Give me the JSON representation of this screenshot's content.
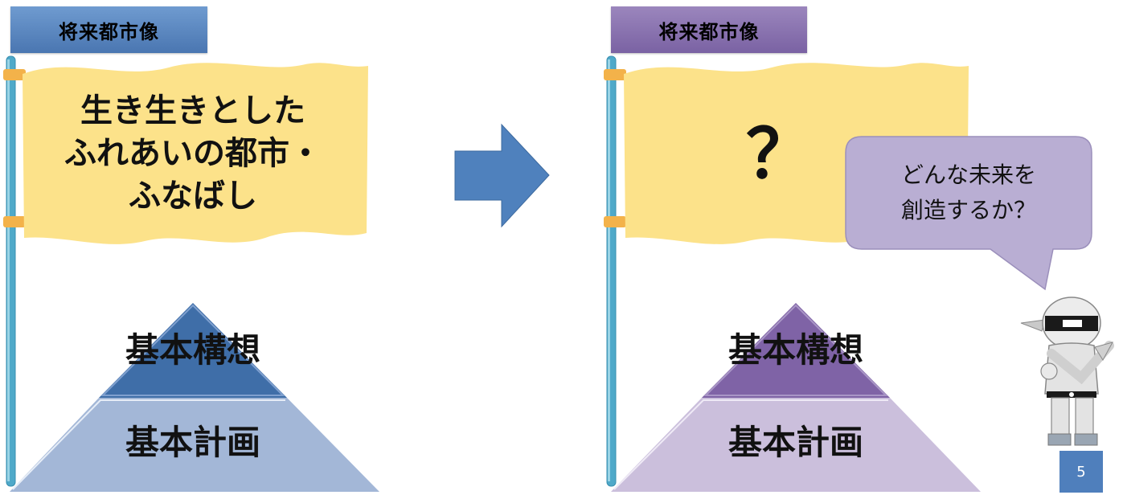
{
  "left_panel": {
    "tag_label": "将来都市像",
    "flag_lines": [
      "生き生きとした",
      "ふれあいの都市・",
      "ふなばし"
    ],
    "pyramid_top": "基本構想",
    "pyramid_bottom": "基本計画"
  },
  "right_panel": {
    "tag_label": "将来都市像",
    "flag_text": "？",
    "speech_bubble_lines": [
      "どんな未来を",
      "創造するか？"
    ],
    "pyramid_top": "基本構想",
    "pyramid_bottom": "基本計画"
  },
  "page_number": "5",
  "colors": {
    "flag_yellow": "#fce28a",
    "pole_blue": "#4fa9c9",
    "pole_clip": "#f3b24a",
    "left_accent": "#4a76b1",
    "left_pyramid_top": "#3f6ea8",
    "left_pyramid_bottom": "#a3b7d7",
    "right_accent": "#7a62a3",
    "right_pyramid_top": "#7f63a6",
    "right_pyramid_bottom": "#cbbfdc",
    "bubble_fill": "#b9aed3",
    "arrow_blue": "#4f81bd"
  },
  "icons": [
    "right-arrow-icon",
    "flag-pole-icon",
    "ninja-character-icon",
    "speech-bubble-icon"
  ]
}
